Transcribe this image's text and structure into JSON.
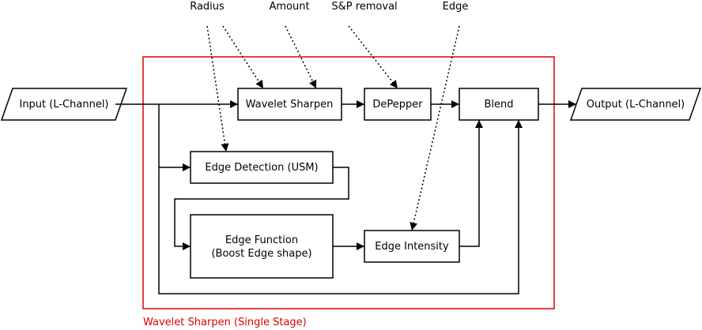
{
  "colors": {
    "frame": "#e00000",
    "line": "#000000",
    "background": "#ffffff"
  },
  "params": {
    "radius": "Radius",
    "amount": "Amount",
    "sp_removal": "S&P removal",
    "edge": "Edge"
  },
  "io": {
    "input": "Input (L-Channel)",
    "output": "Output (L-Channel)"
  },
  "blocks": {
    "wavelet_sharpen": "Wavelet Sharpen",
    "depepper": "DePepper",
    "blend": "Blend",
    "edge_detection": "Edge Detection (USM)",
    "edge_function_line1": "Edge Function",
    "edge_function_line2": "(Boost Edge shape)",
    "edge_intensity": "Edge Intensity"
  },
  "frame_label": "Wavelet Sharpen (Single Stage)"
}
